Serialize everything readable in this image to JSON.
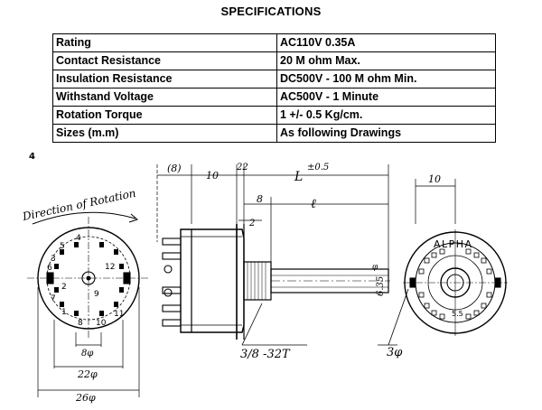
{
  "document": {
    "title": "SPECIFICATIONS",
    "spec_rows": [
      {
        "label": "Rating",
        "value": "AC110V   0.35A"
      },
      {
        "label": "Contact Resistance",
        "value": "20 M ohm Max."
      },
      {
        "label": "Insulation Resistance",
        "value": "DC500V  -  100 M ohm Min."
      },
      {
        "label": "Withstand Voltage",
        "value": "AC500V  -  1 Minute"
      },
      {
        "label": "Rotation Torque",
        "value": "1 +/- 0.5 Kg/cm."
      },
      {
        "label": "Sizes (m.m)",
        "value": "As following Drawings"
      }
    ]
  },
  "drawing": {
    "direction_label": "Direction of Rotation",
    "dim_8_paren": "(8)",
    "dim_10": "10",
    "dim_22_top": "22",
    "dim_L": "L",
    "dim_tol": "±0.5",
    "dim_8": "8",
    "dim_l": "ℓ",
    "dim_2": "2",
    "dim_6_35": "6.35",
    "dim_phi": "φ",
    "dim_thread": "3/8 -32T",
    "dim_3phi": "3φ",
    "dim_8phi": "8φ",
    "dim_22phi": "22φ",
    "dim_26phi": "26φ",
    "dim_10_right": "10",
    "brand": "ALPHA",
    "dim_5_5": "5.5",
    "mark_4": "4",
    "contact_numbers": [
      "4",
      "5",
      "3",
      "6",
      "2",
      "7",
      "1",
      "8",
      "12",
      "9",
      "11",
      "10"
    ]
  }
}
